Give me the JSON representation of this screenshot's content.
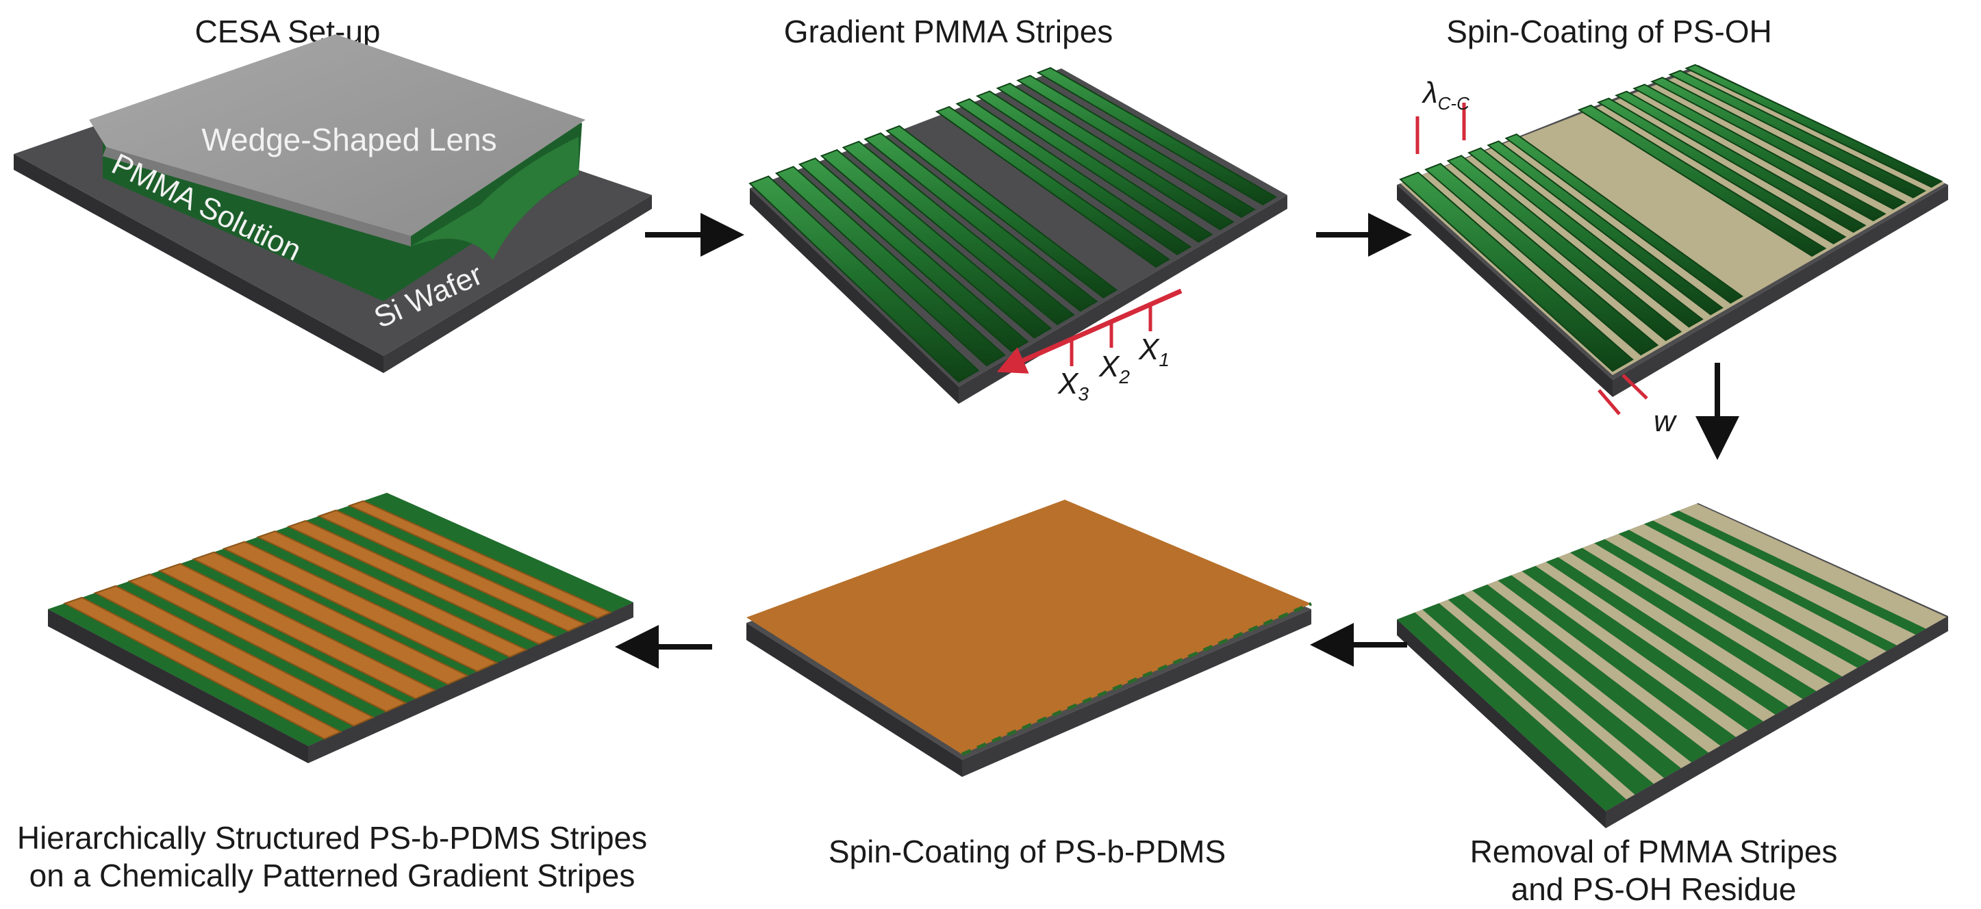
{
  "titles": {
    "step1": "CESA Set-up",
    "step2": "Gradient PMMA Stripes",
    "step3": "Spin-Coating of PS-OH"
  },
  "setup_labels": {
    "lens": "Wedge-Shaped Lens",
    "solution": "PMMA Solution",
    "wafer": "Si Wafer"
  },
  "gradient_labels": {
    "x1": "X",
    "x1_sub": "1",
    "x2": "X",
    "x2_sub": "2",
    "x3": "X",
    "x3_sub": "3"
  },
  "spincoat_labels": {
    "lambda": "λ",
    "lambda_sub": "C-C",
    "width": "w"
  },
  "captions": {
    "step4_line1": "Removal of PMMA Stripes",
    "step4_line2": "and PS-OH Residue",
    "step5": "Spin-Coating of PS-b-PDMS",
    "step6_line1": "Hierarchically Structured PS-b-PDMS Stripes",
    "step6_line2": "on a Chemically Patterned Gradient Stripes"
  },
  "colors": {
    "wafer_top": "#4d4d4f",
    "wafer_side": "#333335",
    "green": "#1f6e2c",
    "green_dark": "#124a1b",
    "beige": "#b9b08c",
    "orange": "#b8702a",
    "orange_light": "#c88338",
    "lens": "#9a9a9a",
    "red": "#d42a3a",
    "arrow": "#111111"
  }
}
